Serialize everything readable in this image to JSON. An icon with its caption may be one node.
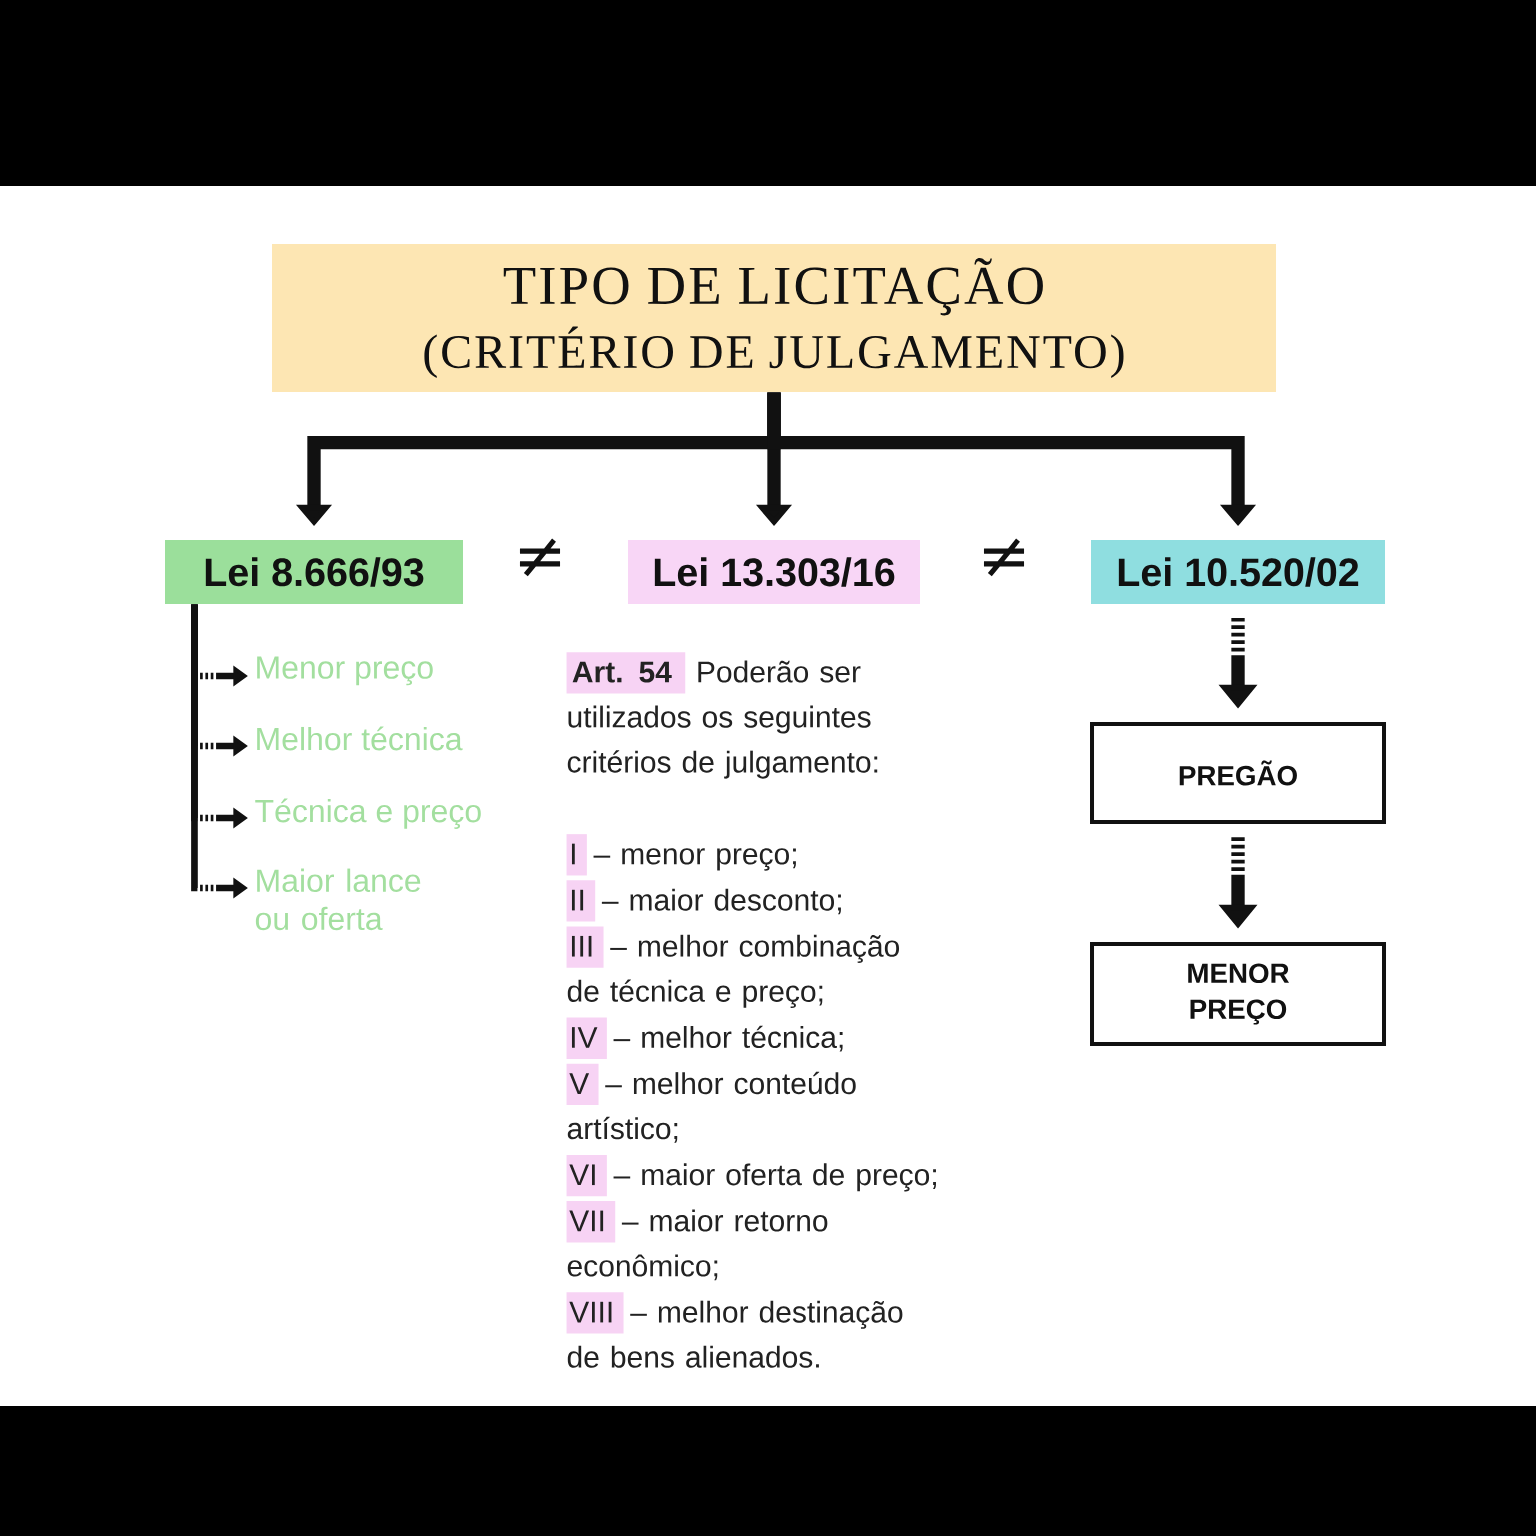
{
  "diagram": {
    "nodes": [
      {
        "text": [
          "TIPO DE LICITAÇÃO",
          "(CRITÉRIO DE JULGAMENTO)"
        ]
      },
      {
        "text": [
          "Lei 8.666/93"
        ]
      },
      {
        "text": [
          "Lei 13.303/16"
        ]
      },
      {
        "text": [
          "Lei 10.520/02"
        ]
      },
      {
        "text": [
          "Menor preço"
        ]
      },
      {
        "text": [
          "Melhor técnica"
        ]
      },
      {
        "text": [
          "Técnica e preço"
        ]
      },
      {
        "text": [
          "Maior lance ou oferta"
        ]
      },
      {
        "text": [
          "PREGÃO"
        ]
      },
      {
        "text": [
          "MENOR PREÇO"
        ]
      }
    ],
    "edges": [
      {
        "from": 0,
        "to": 1,
        "arrow": "to"
      },
      {
        "from": 0,
        "to": 2,
        "arrow": "to"
      },
      {
        "from": 0,
        "to": 3,
        "arrow": "to"
      },
      {
        "from": 1,
        "to": 4,
        "arrow": "to",
        "style": "dashed"
      },
      {
        "from": 1,
        "to": 5,
        "arrow": "to",
        "style": "dashed"
      },
      {
        "from": 1,
        "to": 6,
        "arrow": "to",
        "style": "dashed"
      },
      {
        "from": 1,
        "to": 7,
        "arrow": "to",
        "style": "dashed"
      },
      {
        "from": 3,
        "to": 8,
        "arrow": "to",
        "style": "dashed"
      },
      {
        "from": 8,
        "to": 9,
        "arrow": "to",
        "style": "dashed"
      }
    ],
    "labels": [
      "≠",
      "≠",
      "Art. 54",
      "Poderão ser utilizados os seguintes critérios de julgamento:",
      "I",
      "– menor preço;",
      "II",
      "– maior desconto;",
      "III",
      "– melhor combinação de técnica e preço;",
      "IV",
      "– melhor técnica;",
      "V",
      "– melhor conteúdo artístico;",
      "VI",
      "– maior oferta de preço;",
      "VII",
      "– maior retorno econômico;",
      "VIII",
      "– melhor destinação de bens alienados."
    ]
  }
}
